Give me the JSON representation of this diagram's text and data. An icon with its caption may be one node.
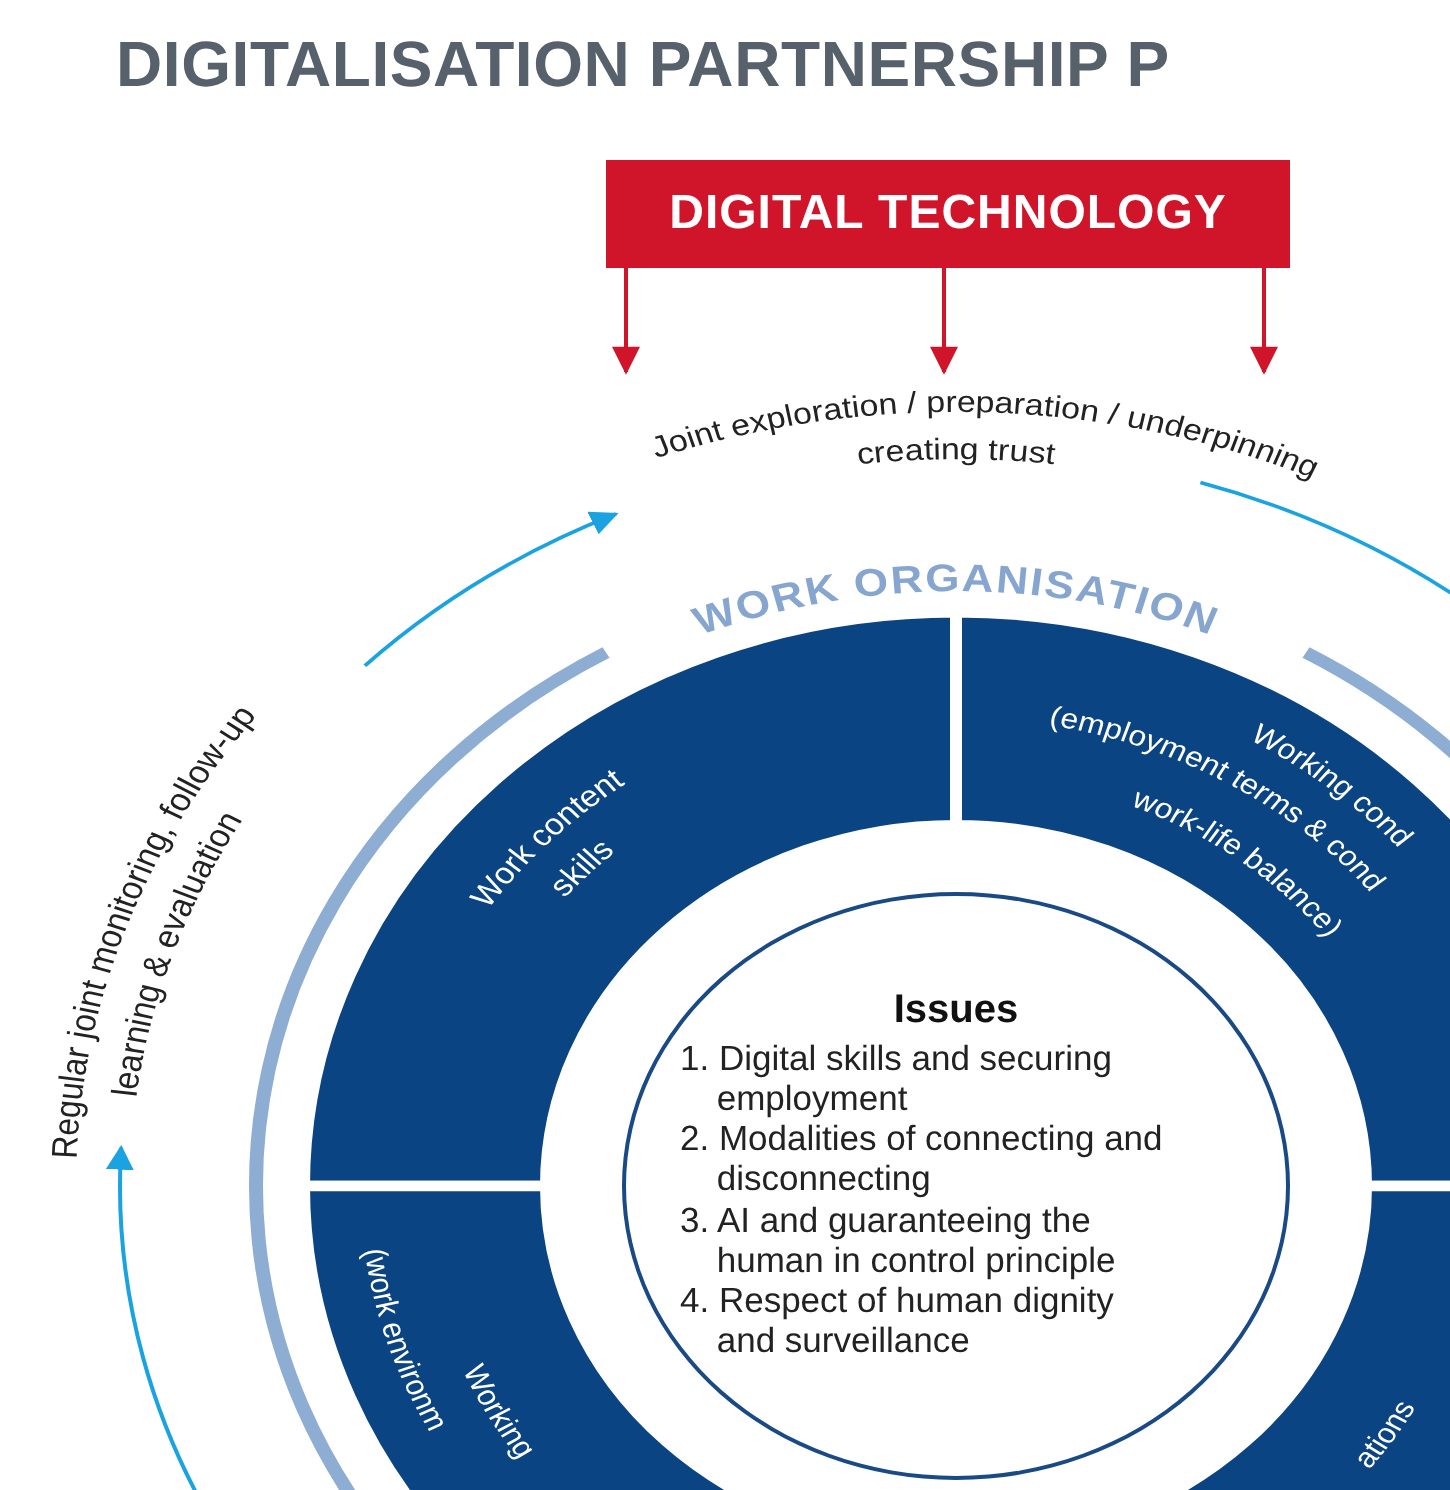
{
  "diagram": {
    "title": "DIGITALISATION PARTNERSHIP P",
    "nodes": [
      {
        "text": [
          "DIGITAL TECHNOLOGY"
        ]
      },
      {
        "text": [
          "Joint exploration / preparation / underpinning",
          "creating trust"
        ]
      },
      {
        "text": [
          "Work content skills"
        ]
      },
      {
        "text": [
          "Working cond",
          "(employment terms & cond work-life balance)"
        ]
      },
      {
        "text": [
          "(work environm",
          "Working"
        ]
      },
      {
        "text": [
          "ations"
        ]
      },
      {
        "text": [
          "Issues",
          "1. Digital skills and securing employment",
          "2. Modalities of connecting and disconnecting",
          "3. AI and guaranteeing the human in control principle",
          "4. Respect of human dignity and surveillance"
        ]
      }
    ],
    "edges": [
      {
        "from": 0,
        "to": 1,
        "arrow": "to"
      },
      {
        "from": 0,
        "to": 1,
        "arrow": "to"
      },
      {
        "from": 0,
        "to": 1,
        "arrow": "to"
      }
    ],
    "labels": [
      "WORK ORGANISATION",
      "Regular joint monitoring, follow-up learning & evaluation"
    ]
  }
}
